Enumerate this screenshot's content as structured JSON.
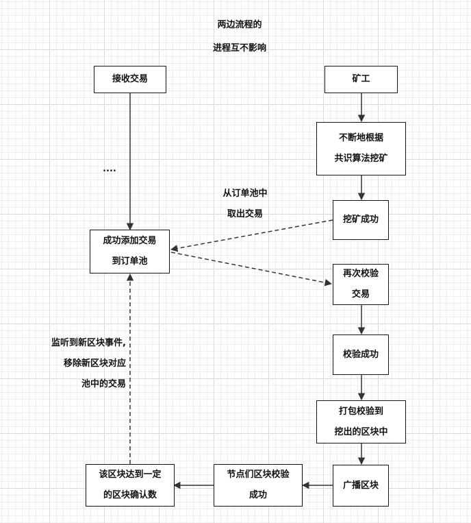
{
  "note": {
    "line1": "两边流程的",
    "line2": "进程互不影响"
  },
  "nodes": {
    "receive_tx": {
      "line1": "接收交易"
    },
    "add_tx": {
      "line1": "成功添加交易",
      "line2": "到订单池"
    },
    "confirm_block": {
      "line1": "该区块达到一定",
      "line2": "的区块确认数"
    },
    "nodes_verify": {
      "line1": "节点们区块校验",
      "line2": "成功"
    },
    "miner": {
      "line1": "矿工"
    },
    "mining": {
      "line1": "不断地根据",
      "line2": "共识算法挖矿"
    },
    "mine_success": {
      "line1": "挖矿成功"
    },
    "reverify": {
      "line1": "再次校验",
      "line2": "交易"
    },
    "verify_success": {
      "line1": "校验成功"
    },
    "pack": {
      "line1": "打包校验到",
      "line2": "挖出的区块中"
    },
    "broadcast": {
      "line1": "广播区块"
    }
  },
  "labels": {
    "ellipsis": "....",
    "take_from_pool": {
      "line1": "从订单池中",
      "line2": "取出交易"
    },
    "listen_event": {
      "line1": "监听到新区块事件,",
      "line2": "移除新区块对应",
      "line3": "池中的交易"
    }
  },
  "colors": {
    "line": "#333333",
    "border": "#111111",
    "grid": "#d9d9d9"
  }
}
